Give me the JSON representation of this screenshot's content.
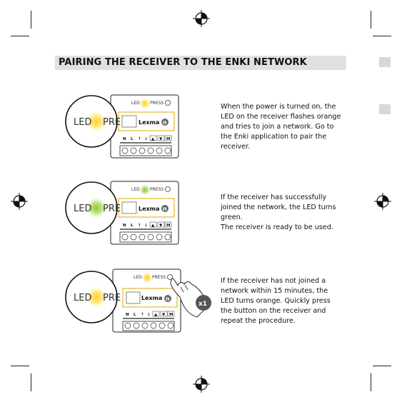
{
  "section_title": "PAIRING THE RECEIVER TO THE ENKI NETWORK",
  "steps": [
    {
      "text": "When the power is turned on, the LED on the receiver flashes orange and tries to join a network. Go to the Enki application to pair the receiver.",
      "led_color": "#f2a900"
    },
    {
      "text": "If the receiver has successfully joined the network, the LED turns green.",
      "text2": "The receiver is ready to be used.",
      "led_color": "#8cc63f"
    },
    {
      "text": "If the receiver has not joined a network within 15 minutes, the LED turns orange. Quickly press the button on the receiver and repeat the procedure.",
      "led_color": "#f2a900"
    }
  ],
  "device": {
    "led_label": "LED",
    "press_label": "PRESS",
    "zoom_left": "LED",
    "zoom_right": "PRE",
    "brand_prefix": "Lexma",
    "brand_suffix": "n",
    "terminals": [
      "N",
      "L",
      "↑",
      "↓",
      "▲",
      "▼",
      "M"
    ]
  },
  "badge": "x1",
  "colors": {
    "header_bg": "#e0e0e0",
    "orange": "#f2a900",
    "green": "#8cc63f",
    "badge": "#555555"
  }
}
